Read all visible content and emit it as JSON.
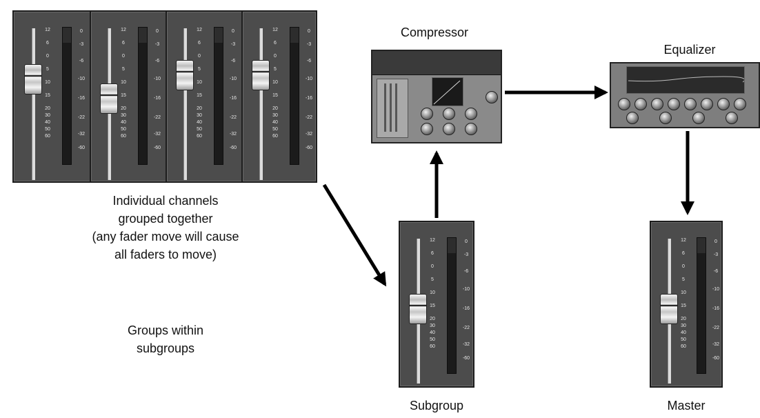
{
  "labels": {
    "compressor": "Compressor",
    "equalizer": "Equalizer",
    "subgroup": "Subgroup",
    "master": "Master"
  },
  "captions": {
    "channels": [
      "Individual channels",
      "grouped together",
      "(any fader move will cause",
      "all faders to move)"
    ],
    "groups": [
      "Groups within",
      "subgroups"
    ]
  },
  "fader_scale": [
    "12",
    "6",
    "0",
    "5",
    "10",
    "15",
    "20",
    "30",
    "40",
    "50",
    "60"
  ],
  "meter_scale": [
    "0",
    "-3",
    "-6",
    "-10",
    "-16",
    "-22",
    "-32",
    "-60"
  ],
  "colors": {
    "strip": "#4c4c4c",
    "arrow": "#000000"
  }
}
